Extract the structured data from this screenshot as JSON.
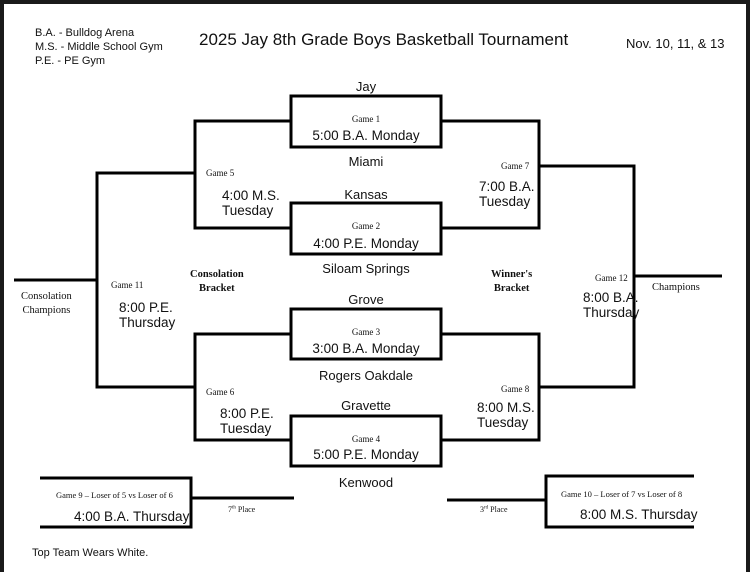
{
  "legend": [
    "B.A. - Bulldog Arena",
    "M.S. - Middle School Gym",
    "P.E. - PE Gym"
  ],
  "title": "2025 Jay 8th Grade Boys Basketball Tournament",
  "dates": "Nov. 10, 11, & 13",
  "teams": [
    "Jay",
    "Miami",
    "Kansas",
    "Siloam Springs",
    "Grove",
    "Rogers Oakdale",
    "Gravette",
    "Kenwood"
  ],
  "games": {
    "g1": {
      "label": "Game 1",
      "time": "5:00 B.A. Monday"
    },
    "g2": {
      "label": "Game 2",
      "time": "4:00 P.E. Monday"
    },
    "g3": {
      "label": "Game 3",
      "time": "3:00 B.A. Monday"
    },
    "g4": {
      "label": "Game 4",
      "time": "5:00 P.E. Monday"
    },
    "g5": {
      "label": "Game 5",
      "time1": "4:00 M.S.",
      "time2": "Tuesday"
    },
    "g6": {
      "label": "Game 6",
      "time1": "8:00 P.E.",
      "time2": "Tuesday"
    },
    "g7": {
      "label": "Game 7",
      "time1": "7:00 B.A.",
      "time2": "Tuesday"
    },
    "g8": {
      "label": "Game 8",
      "time1": "8:00 M.S.",
      "time2": "Tuesday"
    },
    "g11": {
      "label": "Game 11",
      "time1": "8:00 P.E.",
      "time2": "Thursday"
    },
    "g12": {
      "label": "Game 12",
      "time1": "8:00 B.A.",
      "time2": "Thursday"
    },
    "g9": {
      "label": "Game 9 – Loser of 5 vs Loser of 6",
      "time": "4:00 B.A. Thursday"
    },
    "g10": {
      "label": "Game 10 – Loser of 7 vs Loser of 8",
      "time": "8:00 M.S. Thursday"
    }
  },
  "consolation_bracket": [
    "Consolation",
    "Bracket"
  ],
  "winners_bracket": [
    "Winner's",
    "Bracket"
  ],
  "consolation_champions": [
    "Consolation",
    "Champions"
  ],
  "champions": "Champions",
  "seventh_place": {
    "num": "7",
    "sup": "th",
    "text": " Place"
  },
  "third_place": {
    "num": "3",
    "sup": "rd",
    "text": " Place"
  },
  "footer": "Top Team Wears White."
}
